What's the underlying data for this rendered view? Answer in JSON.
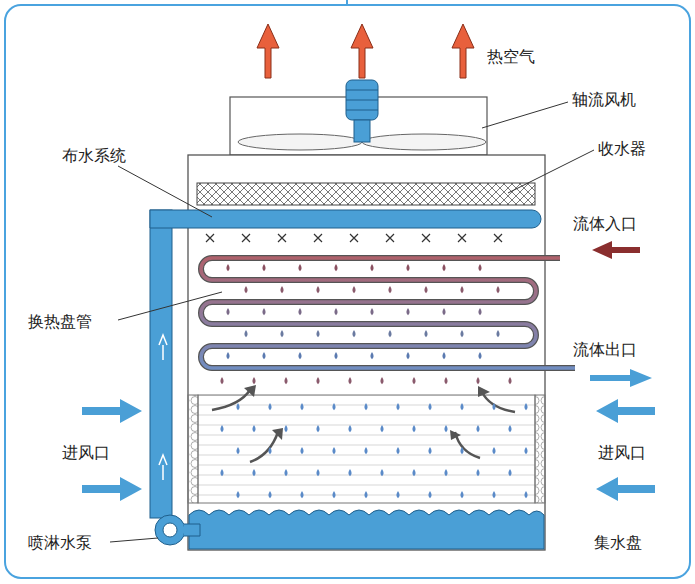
{
  "diagram": {
    "labels": [
      "热空气",
      "轴流风机",
      "收水器",
      "布水系统",
      "流体入口",
      "换热盘管",
      "流体出口",
      "进风口",
      "进风口",
      "喷淋水泵",
      "集水盘"
    ]
  }
}
